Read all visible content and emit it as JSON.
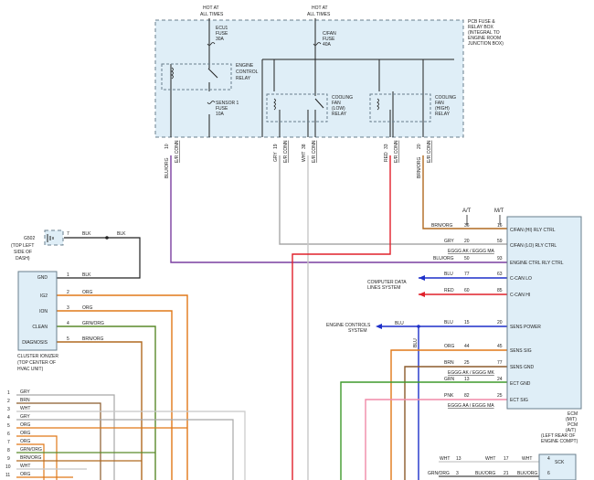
{
  "top": {
    "hot_left": [
      "HOT AT",
      "ALL TIMES"
    ],
    "hot_right": [
      "HOT AT",
      "ALL TIMES"
    ],
    "ecu1_fuse": [
      "ECU1",
      "FUSE",
      "30A"
    ],
    "cfan_fuse": [
      "C/FAN",
      "FUSE",
      "40A"
    ],
    "sensor_fuse": [
      "SENSOR 1",
      "FUSE",
      "10A"
    ],
    "engine_relay": [
      "ENGINE",
      "CONTROL",
      "RELAY"
    ],
    "fan_low_relay": [
      "COOLING",
      "FAN",
      "(LOW)",
      "RELAY"
    ],
    "fan_high_relay": [
      "COOLING",
      "FAN",
      "(HIGH)",
      "RELAY"
    ],
    "pcb_box": [
      "PCB FUSE &",
      "RELAY BOX",
      "(INTEGRAL TO",
      "ENGINE ROOM",
      "JUNCTION BOX)"
    ]
  },
  "pcb_pins": [
    {
      "wire": "BLU/ORG",
      "pin": "10",
      "conn": "E/R CONN"
    },
    {
      "wire": "GRY",
      "pin": "19",
      "conn": "E/R CONN"
    },
    {
      "wire": "WHT",
      "pin": "38",
      "conn": "E/R CONN"
    },
    {
      "wire": "RED",
      "pin": "33",
      "conn": "E/R CONN"
    },
    {
      "wire": "BRN/ORG",
      "pin": "20",
      "conn": "E/R CONN"
    }
  ],
  "ground": {
    "name": "G502",
    "desc": [
      "(TOP LEFT",
      "SIDE OF",
      "DASH)"
    ],
    "pin": "7",
    "wire": "BLK",
    "wire2": "BLK"
  },
  "cluster": {
    "pins": [
      {
        "label": "GND",
        "pin": "1",
        "wire": "BLK"
      },
      {
        "label": "IG2",
        "pin": "2",
        "wire": "ORG"
      },
      {
        "label": "ION",
        "pin": "3",
        "wire": "ORG"
      },
      {
        "label": "CLEAN",
        "pin": "4",
        "wire": "GRN/ORG"
      },
      {
        "label": "DIAGNOSIS",
        "pin": "5",
        "wire": "BRN/ORG"
      }
    ],
    "name": [
      "CLUSTER IONIZER",
      "(TOP CENTER OF",
      "HVAC UNIT)"
    ]
  },
  "bottom_list": [
    {
      "n": "1",
      "wire": "GRY"
    },
    {
      "n": "2",
      "wire": "BRN"
    },
    {
      "n": "3",
      "wire": "WHT"
    },
    {
      "n": "4",
      "wire": "GRY"
    },
    {
      "n": "5",
      "wire": "ORG"
    },
    {
      "n": "6",
      "wire": "ORG"
    },
    {
      "n": "7",
      "wire": "ORG"
    },
    {
      "n": "8",
      "wire": "GRN/ORG"
    },
    {
      "n": "9",
      "wire": "BRN/ORG"
    },
    {
      "n": "10",
      "wire": "WHT"
    },
    {
      "n": "11",
      "wire": "ORG"
    }
  ],
  "ecm": {
    "at_label": "A/T",
    "mt_label": "M/T",
    "pins": [
      {
        "wire": "BRN/ORG",
        "at": "36",
        "mt": "16",
        "label": "C/FAN (HI) RLY CTRL",
        "conn": ""
      },
      {
        "wire": "GRY",
        "at": "20",
        "mt": "59",
        "label": "C/FAN (LO) RLY CTRL",
        "conn": "EGGG AK / EGGG MA"
      },
      {
        "wire": "BLU/ORG",
        "at": "50",
        "mt": "93",
        "label": "ENGINE CTRL RLY CTRL",
        "conn": ""
      },
      {
        "wire": "BLU",
        "at": "77",
        "mt": "63",
        "label": "C-CAN LO",
        "conn": ""
      },
      {
        "wire": "RED",
        "at": "60",
        "mt": "85",
        "label": "C-CAN HI",
        "conn": ""
      },
      {
        "wire": "BLU",
        "at": "15",
        "mt": "20",
        "label": "SENS POWER",
        "conn": ""
      },
      {
        "wire": "ORG",
        "at": "44",
        "mt": "45",
        "label": "SENS SIG",
        "conn": ""
      },
      {
        "wire": "BRN",
        "at": "25",
        "mt": "77",
        "label": "SENS GND",
        "conn": "EGGG AK / EGGG MK"
      },
      {
        "wire": "GRN",
        "at": "13",
        "mt": "24",
        "label": "ECT GND",
        "conn": ""
      },
      {
        "wire": "PNK",
        "at": "82",
        "mt": "25",
        "label": "ECT SIG",
        "conn": "EGGG AA / EGGG MA"
      }
    ],
    "name": [
      "ECM",
      "(M/T)",
      "PCM",
      "(A/T)",
      "(LEFT REAR OF",
      "ENGINE COMPT)"
    ]
  },
  "computer_data": [
    "COMPUTER DATA",
    "LINES SYSTEM"
  ],
  "engine_controls": [
    "ENGINE CONTROLS",
    "SYSTEM"
  ],
  "engine_controls_wire": "BLU",
  "vertical_blu": "BLU",
  "bottom_right": {
    "rows": [
      {
        "wire": "WHT",
        "a": "13",
        "b": "WHT",
        "c": "17",
        "d": "WHT",
        "e": "4"
      },
      {
        "wire": "GRN/ORG",
        "a": "3",
        "b": "BLK/ORG",
        "c": "21",
        "d": "BLK/ORG",
        "e": "6"
      }
    ],
    "sck": "SCK"
  },
  "colors": {
    "purple": "#7a3ea0",
    "gray": "#a8a8a8",
    "red": "#e0202a",
    "orange": "#e07818",
    "brown": "#8b5a2b",
    "green": "#3f9a2c",
    "pink": "#f08aa8",
    "blue": "#1d2fc9",
    "black": "#222222",
    "panel": "#dfeef7"
  }
}
